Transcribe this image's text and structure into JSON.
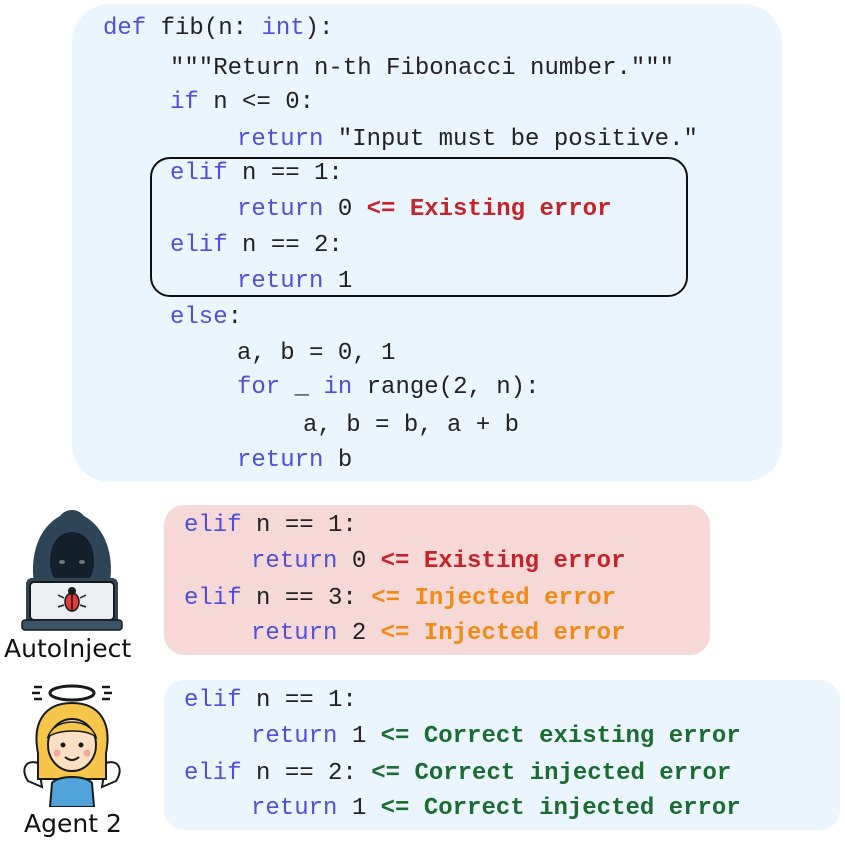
{
  "main_code": {
    "l1_kw": "def",
    "l1_a": " fib(n: ",
    "l1_type": "int",
    "l1_b": "):",
    "l2": "\"\"\"Return n-th Fibonacci number.\"\"\"",
    "l3_kw": "if",
    "l3_rest": " n <= 0:",
    "l4_kw": "return",
    "l4_rest": " \"Input must be positive.\"",
    "l5_kw": "elif",
    "l5_rest": " n == 1:",
    "l6_kw": "return",
    "l6_rest": " 0 ",
    "l6_note": "<= Existing error",
    "l7_kw": "elif",
    "l7_rest": " n == 2:",
    "l8_kw": "return",
    "l8_rest": " 1",
    "l9_kw": "else",
    "l9_rest": ":",
    "l10": "a, b = 0, 1",
    "l11_kw1": "for",
    "l11_a": " _ ",
    "l11_kw2": "in",
    "l11_b": " range(2, n):",
    "l12": "a, b = b, a + b",
    "l13_kw": "return",
    "l13_rest": " b"
  },
  "autoinject": {
    "label": "AutoInject",
    "l1_kw": "elif",
    "l1_rest": " n == 1:",
    "l2_kw": "return",
    "l2_rest": " 0 ",
    "l2_note": "<= Existing error",
    "l3_kw": "elif",
    "l3_rest": " n == 3: ",
    "l3_note": "<= Injected error",
    "l4_kw": "return",
    "l4_rest": " 2 ",
    "l4_note": "<= Injected error"
  },
  "agent2": {
    "label": "Agent 2",
    "l1_kw": "elif",
    "l1_rest": " n == 1:",
    "l2_kw": "return",
    "l2_rest": " 1 ",
    "l2_note": "<= Correct existing error",
    "l3_kw": "elif",
    "l3_rest": " n == 2: ",
    "l3_note": "<= Correct injected error",
    "l4_kw": "return",
    "l4_rest": " 1 ",
    "l4_note": "<= Correct injected error"
  },
  "colors": {
    "keyword": "#4f4fd9",
    "existing_error": "#c4232b",
    "injected_error": "#f28a16",
    "correction": "#1c6b33",
    "main_panel_bg": "#eaf5fd",
    "inject_panel_bg": "#f6d8d6",
    "agent_panel_bg": "#eaf5fd"
  },
  "icons": [
    "hacker-icon",
    "angel-icon"
  ]
}
